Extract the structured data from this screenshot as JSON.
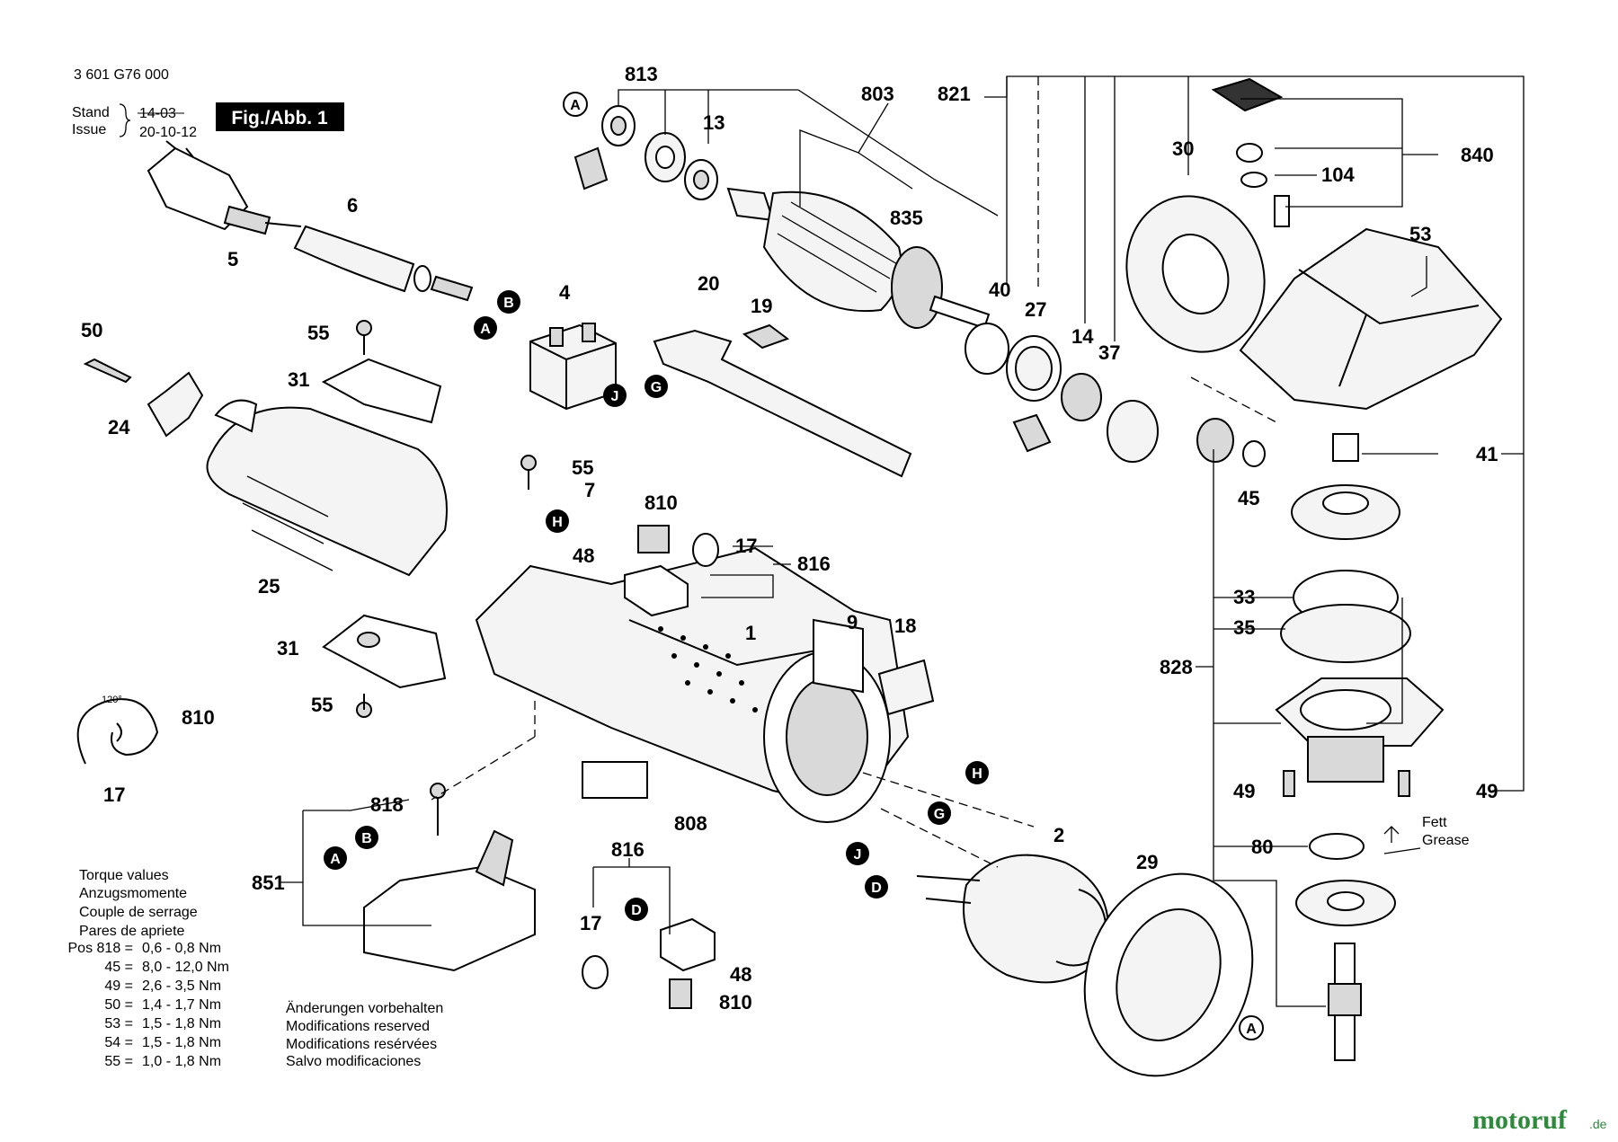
{
  "header": {
    "part_number": "3 601 G76 000",
    "stand_label": "Stand",
    "issue_label": "Issue",
    "stand_value": "14-03",
    "issue_value": "20-10-12",
    "figure_label": "Fig./Abb. 1"
  },
  "torque": {
    "title_lines": [
      "Torque values",
      "Anzugsmomente",
      "Couple de serrage",
      "Pares de apriete"
    ],
    "rows": [
      {
        "pos": "Pos 818 =",
        "value": "0,6 - 0,8 Nm"
      },
      {
        "pos": "45 =",
        "value": "8,0 - 12,0 Nm"
      },
      {
        "pos": "49 =",
        "value": "2,6 - 3,5 Nm"
      },
      {
        "pos": "50 =",
        "value": "1,4 - 1,7 Nm"
      },
      {
        "pos": "53 =",
        "value": "1,5 - 1,8 Nm"
      },
      {
        "pos": "54 =",
        "value": "1,5 - 1,8 Nm"
      },
      {
        "pos": "55 =",
        "value": "1,0 - 1,8 Nm"
      }
    ]
  },
  "modifications": [
    "Änderungen vorbehalten",
    "Modifications reserved",
    "Modifications resérvées",
    "Salvo modificaciones"
  ],
  "grease": {
    "line1": "Fett",
    "line2": "Grease"
  },
  "angle_note": "120°",
  "brand": {
    "main": "motoruf",
    "suffix": ".de",
    "color": "#2d8a3a"
  },
  "labels": {
    "l5": "5",
    "l6": "6",
    "l813": "813",
    "l13": "13",
    "l803": "803",
    "l835": "835",
    "l821": "821",
    "l30": "30",
    "l840": "840",
    "l104": "104",
    "l53": "53",
    "l50": "50",
    "l55a": "55",
    "l31a": "31",
    "l24": "24",
    "l25": "25",
    "l4": "4",
    "l20": "20",
    "l19": "19",
    "l40": "40",
    "l27": "27",
    "l14": "14",
    "l37": "37",
    "l41": "41",
    "l45": "45",
    "l55b": "55",
    "l7": "7",
    "l810a": "810",
    "l17a": "17",
    "l816a": "816",
    "l48a": "48",
    "l1": "1",
    "l9": "9",
    "l18": "18",
    "l33": "33",
    "l35": "35",
    "l828": "828",
    "l31b": "31",
    "l55c": "55",
    "l810b": "810",
    "l17b": "17",
    "l818": "818",
    "l808": "808",
    "l851": "851",
    "l816b": "816",
    "l17c": "17",
    "l48b": "48",
    "l810c": "810",
    "l2": "2",
    "l29": "29",
    "l49a": "49",
    "l49b": "49",
    "l80": "80"
  },
  "letters": {
    "a1": "A",
    "b1": "B",
    "a2": "A",
    "g1": "G",
    "j1": "J",
    "h1": "H",
    "h2": "H",
    "g2": "G",
    "j2": "J",
    "d1": "D",
    "d2": "D",
    "a3": "A",
    "b2": "B",
    "a4": "A"
  }
}
